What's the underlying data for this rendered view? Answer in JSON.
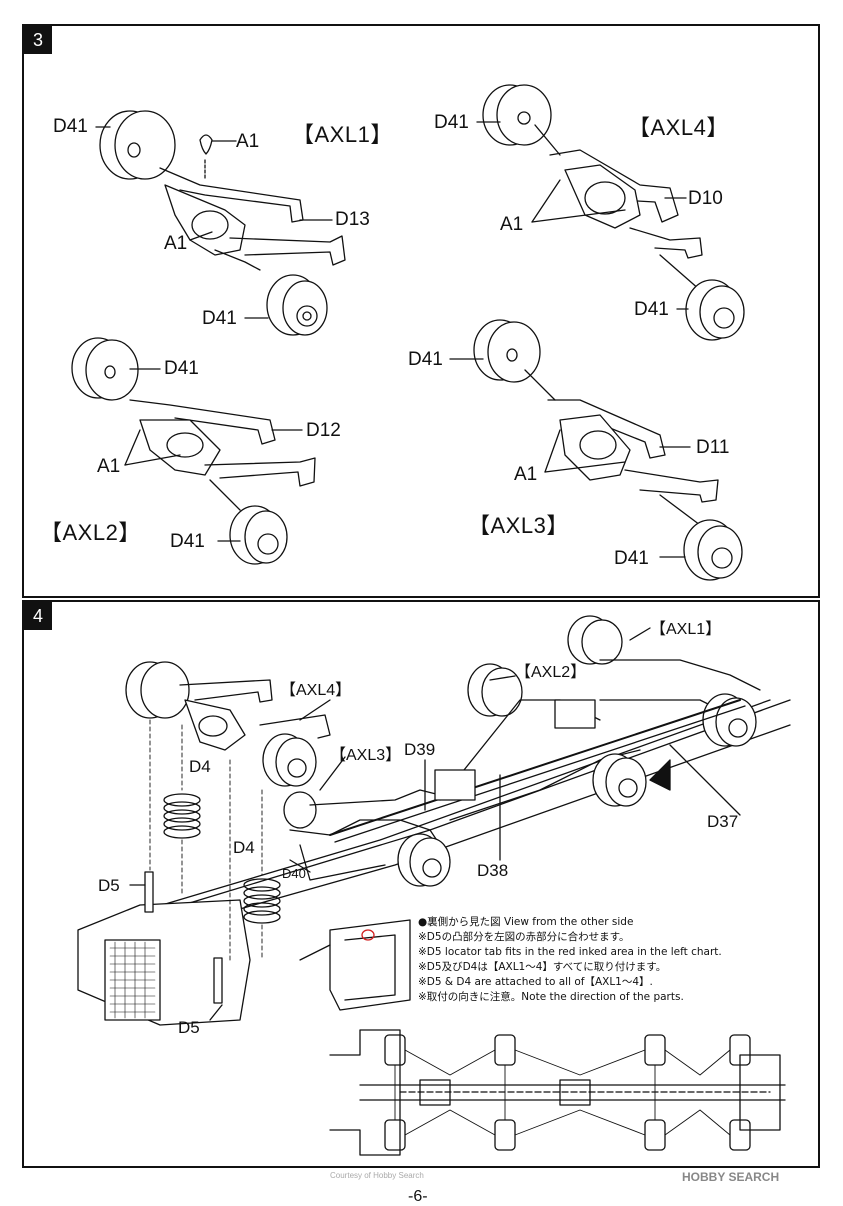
{
  "step3": {
    "number": "3",
    "labels": {
      "axl1_title": "【AXL1】",
      "axl4_title": "【AXL4】",
      "axl2_title": "【AXL2】",
      "axl3_title": "【AXL3】",
      "axl1_d41_top": "D41",
      "axl1_a1_top": "A1",
      "axl1_d13": "D13",
      "axl1_a1_mid": "A1",
      "axl1_d41_bottom": "D41",
      "axl4_d41_top": "D41",
      "axl4_d10": "D10",
      "axl4_a1": "A1",
      "axl4_d41_bottom": "D41",
      "axl2_d41_top": "D41",
      "axl2_d12": "D12",
      "axl2_a1": "A1",
      "axl2_d41_bottom": "D41",
      "axl3_d41_top": "D41",
      "axl3_d11": "D11",
      "axl3_a1": "A1",
      "axl3_d41_bottom": "D41"
    }
  },
  "step4": {
    "number": "4",
    "labels": {
      "axl1": "【AXL1】",
      "axl2": "【AXL2】",
      "axl3": "【AXL3】",
      "axl4": "【AXL4】",
      "d39": "D39",
      "d37": "D37",
      "d38": "D38",
      "d40": "D40",
      "d4_a": "D4",
      "d4_b": "D4",
      "d5_a": "D5",
      "d5_b": "D5"
    },
    "notes": [
      "●裏側から見た図  View from the other side",
      "※D5の凸部分を左図の赤部分に合わせます。",
      "※D5 locator tab fits in the red inked area in the left chart.",
      "※D5及びD4は【AXL1～4】すべてに取り付けます。",
      "※D5 & D4 are attached to all of【AXL1～4】.",
      "※取付の向きに注意。Note the direction of the parts."
    ]
  },
  "footer": {
    "logo": "HOBBY SEARCH",
    "copyright": "Courtesy of Hobby Search",
    "page": "-6-"
  },
  "colors": {
    "ink": "#111111",
    "red_marking": "#d22020",
    "background": "#ffffff"
  }
}
